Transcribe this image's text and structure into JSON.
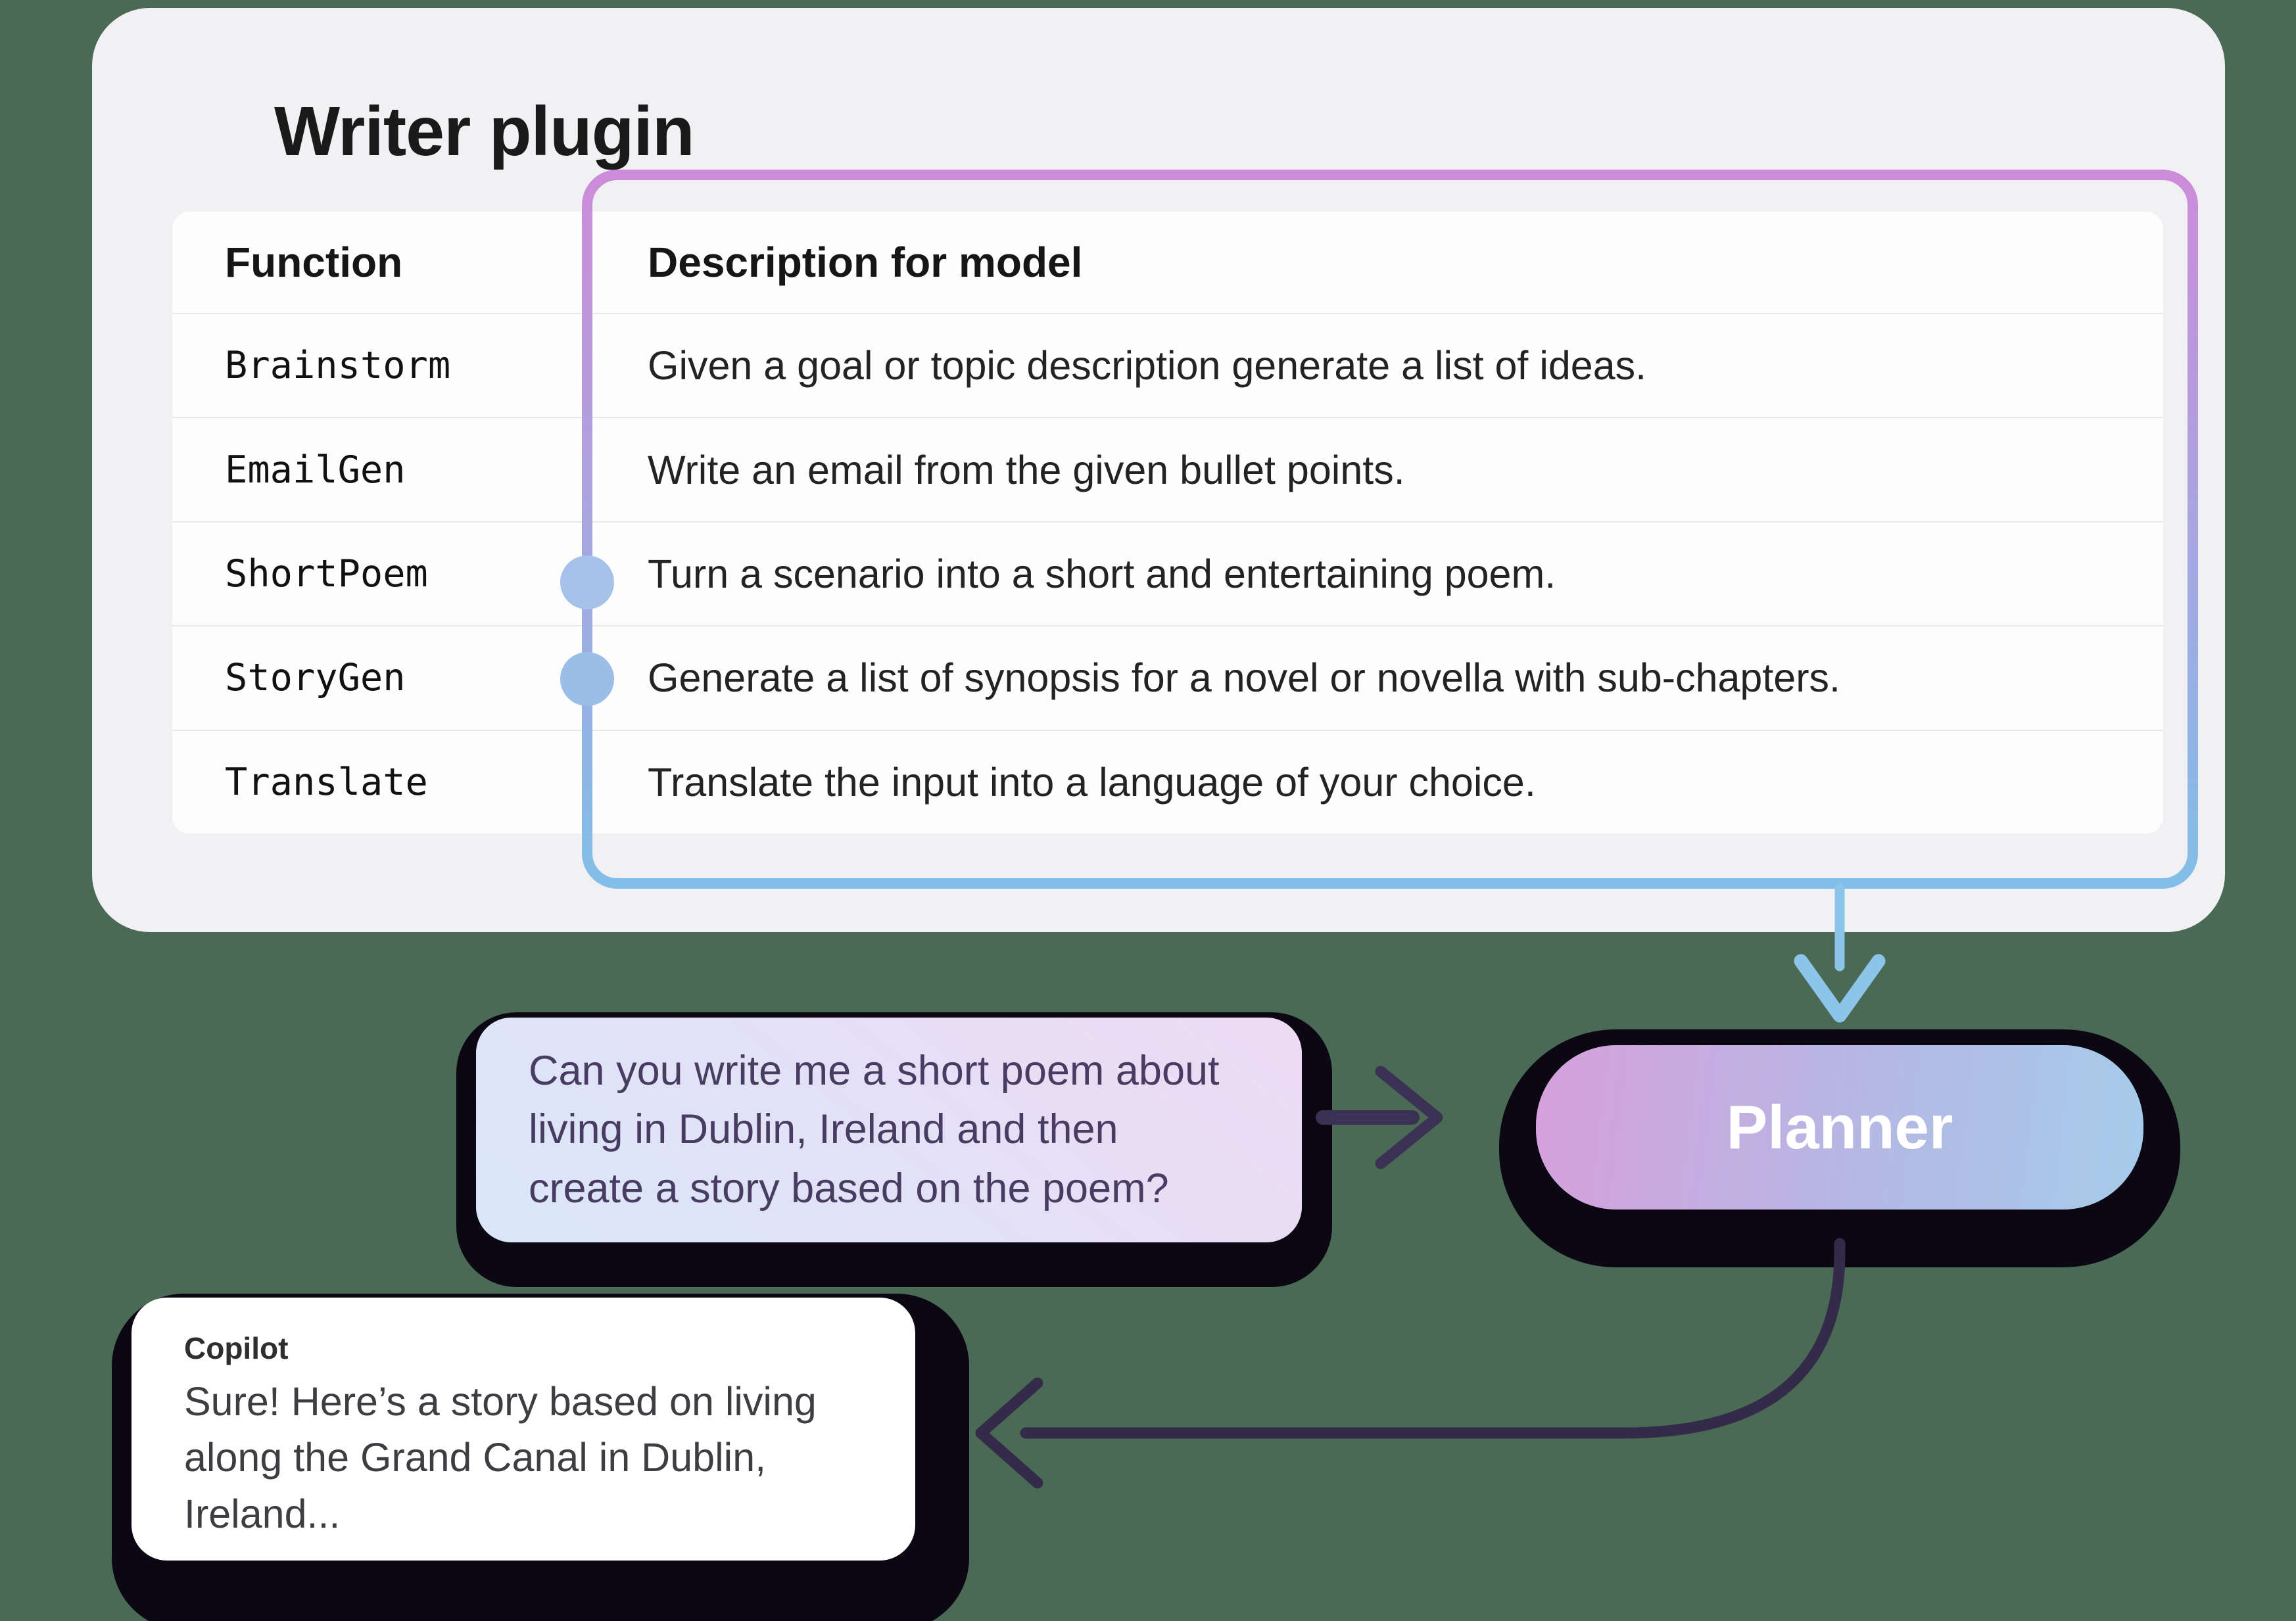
{
  "plugin_card": {
    "title": "Writer plugin",
    "table": {
      "columns": [
        "Function",
        "Description for model"
      ],
      "rows": [
        {
          "function": "Brainstorm",
          "description": "Given a goal or topic description generate a list of ideas."
        },
        {
          "function": "EmailGen",
          "description": "Write an email from the given bullet points."
        },
        {
          "function": "ShortPoem",
          "description": "Turn a scenario into a short and entertaining poem."
        },
        {
          "function": "StoryGen",
          "description": "Generate a list of synopsis for a novel or novella with sub-chapters."
        },
        {
          "function": "Translate",
          "description": "Translate the input into a language of your choice."
        }
      ],
      "highlighted_functions": [
        "ShortPoem",
        "StoryGen"
      ]
    }
  },
  "flow": {
    "user_message": "Can you write me a short poem about\nliving in Dublin, Ireland and then\ncreate a story based on the poem?",
    "planner_label": "Planner",
    "copilot_label": "Copilot",
    "copilot_message": "Sure! Here’s a story based on living\nalong the Grand Canal in Dublin,\nIreland..."
  },
  "colors": {
    "page_background": "#4A6A55",
    "card_background": "#F1F0F2",
    "table_background": "#FDFDFE",
    "outline_gradient_top": "#CC8CD9",
    "outline_gradient_bottom": "#82BEE7",
    "connector_dot": "#A7C2E9",
    "blue_arrow": "#8CC5EA",
    "dark_arrow": "#3B3155",
    "sticker_shadow": "#0B0814",
    "planner_gradient_left": "#D7A0DC",
    "planner_gradient_right": "#A6CCEA",
    "question_gradient_blue": "#D9E7F8",
    "question_gradient_pink": "#EEDAF3"
  }
}
